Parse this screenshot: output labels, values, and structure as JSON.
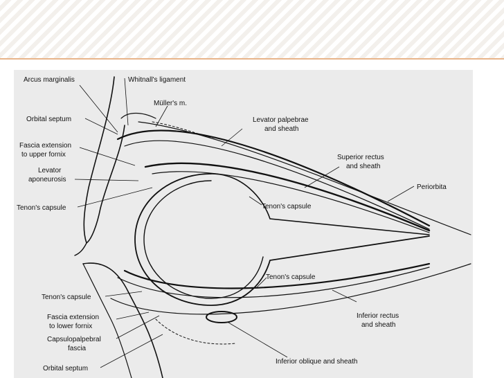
{
  "figure": {
    "labels": {
      "arcus_marginalis": "Arcus marginalis",
      "whitnalls_ligament": "Whitnall's ligament",
      "mullers_muscle": "Müller's m.",
      "orbital_septum_upper": "Orbital septum",
      "levator_palpebrae_1": "Levator palpebrae",
      "levator_palpebrae_2": "and sheath",
      "fascia_upper_1": "Fascia extension",
      "fascia_upper_2": "to upper fornix",
      "superior_rectus_1": "Superior rectus",
      "superior_rectus_2": "and sheath",
      "levator_aponeurosis_1": "Levator",
      "levator_aponeurosis_2": "aponeurosis",
      "periorbita": "Periorbita",
      "tenons_upper_left": "Tenon's capsule",
      "tenons_upper_center": "Tenon's capsule",
      "tenons_lower_center": "Tenon's capsule",
      "tenons_lower_left": "Tenon's capsule",
      "fascia_lower_1": "Fascia extension",
      "fascia_lower_2": "to lower fornix",
      "inferior_rectus_1": "Inferior rectus",
      "inferior_rectus_2": "and sheath",
      "capsulopalpebral_1": "Capsulopalpebral",
      "capsulopalpebral_2": "fascia",
      "orbital_septum_lower": "Orbital septum",
      "inferior_oblique": "Inferior oblique and sheath"
    }
  }
}
